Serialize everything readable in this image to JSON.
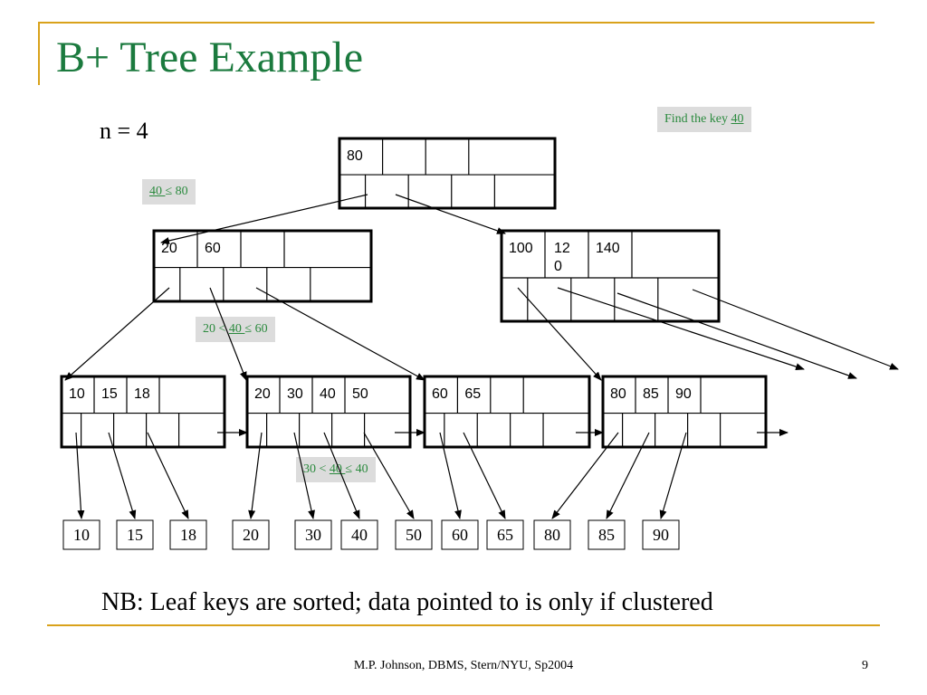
{
  "slide": {
    "title": "B+ Tree Example",
    "order_label": "n = 4",
    "note": "NB: Leaf keys are sorted; data pointed to is only if clustered",
    "footer": "M.P. Johnson, DBMS, Stern/NYU, Sp2004",
    "page_number": "9"
  },
  "hints": {
    "find": {
      "prefix": "Find the key ",
      "key": "40"
    },
    "root_cmp": {
      "key": "40 ",
      "suffix": "≤ 80"
    },
    "inner_cmp": {
      "prefix": "20 < ",
      "key": "40 ",
      "suffix": "≤ 60"
    },
    "leaf_cmp": {
      "prefix": "30 < ",
      "key": "40 ",
      "suffix": "≤ 40"
    }
  },
  "colors": {
    "accent": "#1b7a3e",
    "rule": "#d9a21b",
    "hint_bg": "#dcdcdc"
  },
  "tree": {
    "root": {
      "keys": [
        "80",
        "",
        "",
        ""
      ]
    },
    "inner": [
      {
        "keys": [
          "20",
          "60",
          "",
          ""
        ]
      },
      {
        "keys": [
          "100",
          "12\n0",
          "140",
          ""
        ]
      }
    ],
    "leaves": [
      {
        "keys": [
          "10",
          "15",
          "18",
          ""
        ]
      },
      {
        "keys": [
          "20",
          "30",
          "40",
          "50"
        ]
      },
      {
        "keys": [
          "60",
          "65",
          "",
          ""
        ]
      },
      {
        "keys": [
          "80",
          "85",
          "90",
          ""
        ]
      }
    ]
  },
  "records": [
    "10",
    "15",
    "18",
    "20",
    "30",
    "40",
    "50",
    "60",
    "65",
    "80",
    "85",
    "90"
  ]
}
